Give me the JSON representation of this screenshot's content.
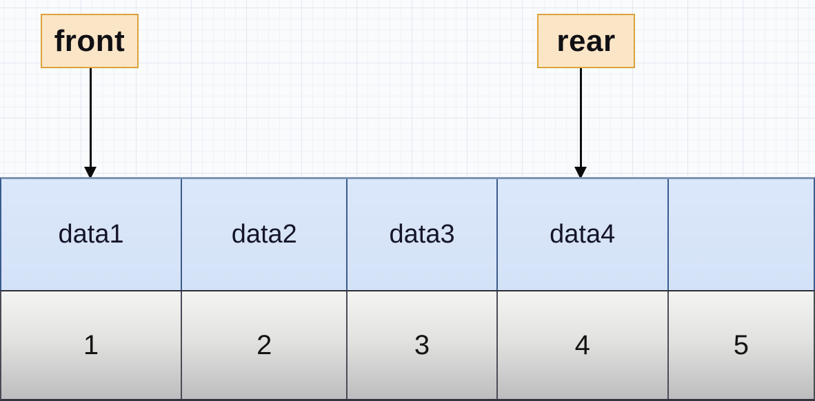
{
  "diagram": {
    "title": "queue-array-diagram",
    "pointers": {
      "front_label": "front",
      "rear_label": "rear"
    },
    "queue": {
      "data_cells": [
        "data1",
        "data2",
        "data3",
        "data4",
        ""
      ],
      "index_cells": [
        "1",
        "2",
        "3",
        "4",
        "5"
      ],
      "front_points_to_index": "1",
      "rear_points_to_index": "4"
    },
    "colors": {
      "pointer_fill": "#fbe5c7",
      "pointer_border": "#dca23b",
      "data_cell_fill": "#d6e4f8",
      "data_cell_border": "#3a5a8c",
      "data_row_top_border": "#7e93b2",
      "index_cell_border": "#4a4a55",
      "index_cell_gradient_top": "#f4f4f2",
      "index_cell_gradient_bottom": "#bdbdbf",
      "arrow": "#0b0b0b",
      "grid_line": "#e2e8f0",
      "background": "#f9fbfd"
    }
  }
}
